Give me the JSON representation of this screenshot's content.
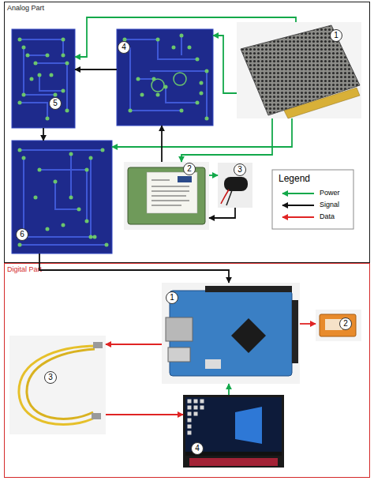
{
  "diagram": {
    "nodes": [
      {
        "text": [
          "Analog Part"
        ]
      },
      {
        "text": [
          "5"
        ],
        "in": 0
      },
      {
        "text": [
          "4"
        ],
        "in": 0
      },
      {
        "text": [
          "1"
        ],
        "in": 0
      },
      {
        "text": [
          "6"
        ],
        "in": 0
      },
      {
        "text": [
          "2"
        ],
        "in": 0
      },
      {
        "text": [
          "3"
        ],
        "in": 0
      },
      {
        "text": [
          "Digital Part"
        ]
      },
      {
        "text": [
          "1"
        ],
        "in": 7
      },
      {
        "text": [
          "2"
        ],
        "in": 7
      },
      {
        "text": [
          "3"
        ],
        "in": 7
      },
      {
        "text": [
          "4"
        ],
        "in": 7
      }
    ],
    "edges": [
      {
        "from": 3,
        "to": 1,
        "arrow": "to"
      },
      {
        "from": 3,
        "to": 2,
        "arrow": "to"
      },
      {
        "from": 3,
        "to": 4,
        "arrow": "to"
      },
      {
        "from": 3,
        "to": 5,
        "arrow": "to"
      },
      {
        "from": 5,
        "to": 6,
        "arrow": "to"
      },
      {
        "from": 6,
        "to": 5,
        "arrow": "to"
      },
      {
        "from": 5,
        "to": 2,
        "arrow": "to"
      },
      {
        "from": 2,
        "to": 1,
        "arrow": "to"
      },
      {
        "from": 1,
        "to": 4,
        "arrow": "to"
      },
      {
        "from": 4,
        "to": 8,
        "arrow": "to"
      },
      {
        "from": 8,
        "to": 9,
        "arrow": "to"
      },
      {
        "from": 8,
        "to": 10,
        "arrow": "to"
      },
      {
        "from": 10,
        "to": 11,
        "arrow": "to"
      },
      {
        "from": 11,
        "to": 8,
        "arrow": "to"
      }
    ],
    "labels": [
      "Legend"
    ],
    "legend": [
      {
        "text": "Power"
      },
      {
        "text": "Signal"
      },
      {
        "text": "Data"
      }
    ]
  }
}
